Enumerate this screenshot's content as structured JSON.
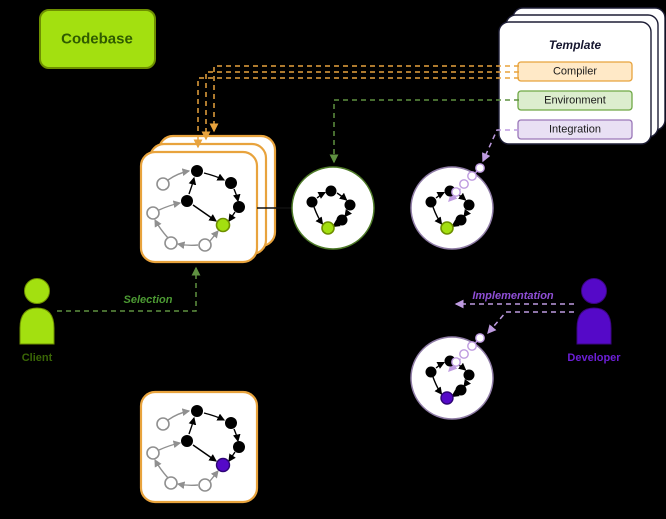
{
  "colors": {
    "bg": "#000000",
    "lime": "#A3E010",
    "limeDark": "#6E8F00",
    "limeText": "#2F5B00",
    "orange": "#E8A33D",
    "compilerFill": "#FFE9C7",
    "envBorder": "#6FA845",
    "envFill": "#DCEDCE",
    "intBorder": "#9A77B8",
    "intFill": "#E9E0F4",
    "templateBorder": "#1D1D35",
    "circGreen": "#4E7A28",
    "circPurple": "#8F7CA6",
    "gray": "#909090",
    "purpleDeep": "#5509C8",
    "purpleLight": "#BE9BE0",
    "greenDash": "#5F9141"
  },
  "codebase": {
    "label": "Codebase"
  },
  "template": {
    "title": "Template",
    "items": [
      {
        "label": "Compiler"
      },
      {
        "label": "Environment"
      },
      {
        "label": "Integration"
      }
    ]
  },
  "actors": {
    "client": "Client",
    "developer": "Developer"
  },
  "annotations": {
    "selection": "Selection",
    "implementation": "Implementation"
  }
}
